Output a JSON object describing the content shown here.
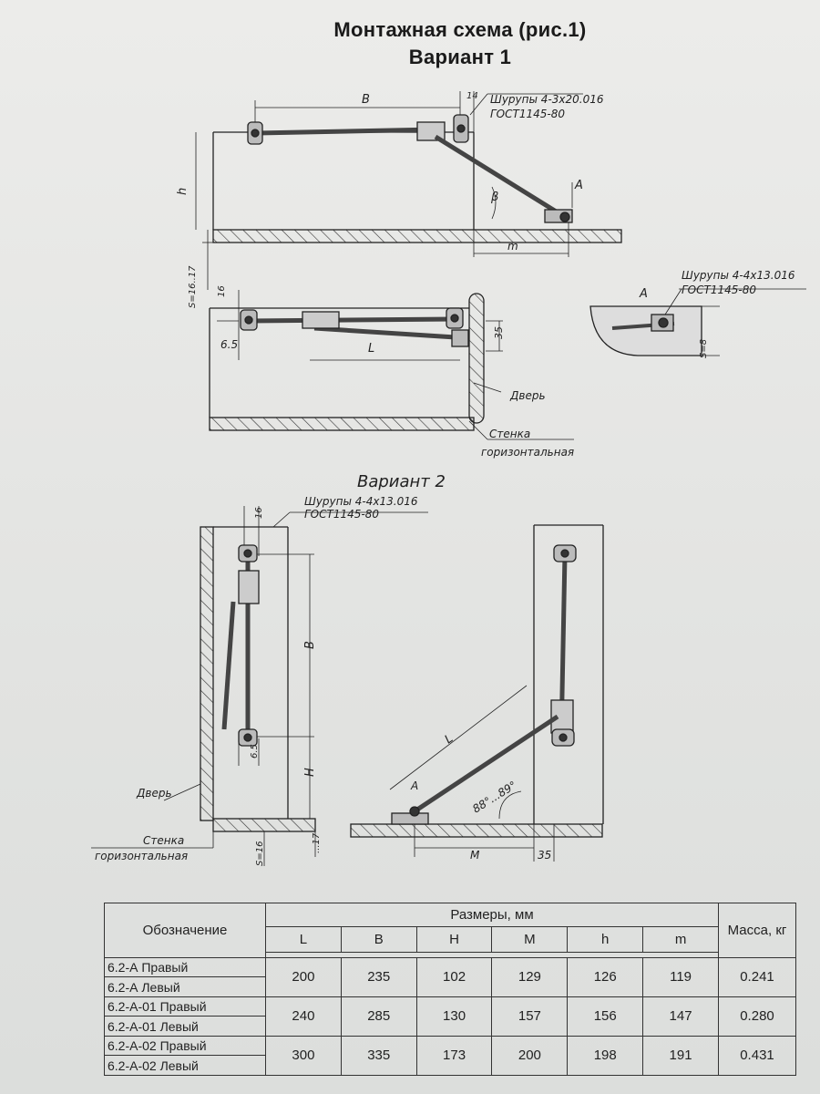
{
  "heading": {
    "title": "Монтажная схема (рис.1)",
    "variant1": "Вариант 1",
    "variant2": "Вариант 2"
  },
  "variant1": {
    "label_B": "B",
    "label_h": "h",
    "label_m": "m",
    "label_L": "L",
    "label_A": "A",
    "label_beta": "β",
    "dim_14": "14",
    "dim_16": "16",
    "dim_65": "6.5",
    "dim_35": "35",
    "dim_s_side": "S=16..17",
    "dim_s8": "S=8",
    "screws_top": "Шурупы 4-3х20.016",
    "gost_top": "ГОСТ1145-80",
    "screws_detail": "Шурупы 4-4х13.016",
    "gost_detail": "ГОСТ1145-80",
    "door": "Дверь",
    "wall1": "Стенка",
    "wall2": "горизонтальная"
  },
  "variant2": {
    "screws": "Шурупы 4-4х13.016",
    "gost": "ГОСТ1145-80",
    "label_B": "B",
    "label_H": "H",
    "label_L": "L",
    "label_A": "A",
    "label_M": "M",
    "dim_16": "16",
    "dim_65": "6.5",
    "dim_17": "...17",
    "dim_s16": "S=16",
    "dim_35": "35",
    "angle": "88°...89°",
    "door": "Дверь",
    "wall1": "Стенка",
    "wall2": "горизонтальная"
  },
  "table": {
    "col_designation": "Обозначение",
    "col_sizes": "Размеры, мм",
    "col_mass": "Масса, кг",
    "sub_headers": [
      "L",
      "B",
      "H",
      "M",
      "h",
      "m"
    ],
    "rows": [
      {
        "names": [
          "6.2-А Правый",
          "6.2-А Левый"
        ],
        "L": "200",
        "B": "235",
        "H": "102",
        "M": "129",
        "h": "126",
        "m": "119",
        "mass": "0.241"
      },
      {
        "names": [
          "6.2-А-01 Правый",
          "6.2-А-01 Левый"
        ],
        "L": "240",
        "B": "285",
        "H": "130",
        "M": "157",
        "h": "156",
        "m": "147",
        "mass": "0.280"
      },
      {
        "names": [
          "6.2-А-02 Правый",
          "6.2-А-02 Левый"
        ],
        "L": "300",
        "B": "335",
        "H": "173",
        "M": "200",
        "h": "198",
        "m": "191",
        "mass": "0.431"
      }
    ]
  }
}
